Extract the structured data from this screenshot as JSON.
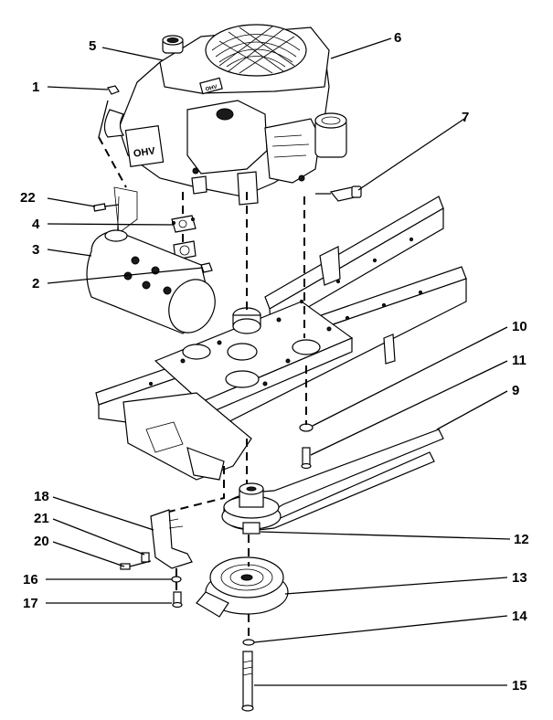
{
  "diagram": {
    "callouts": [
      {
        "id": "1",
        "label": "1"
      },
      {
        "id": "2",
        "label": "2"
      },
      {
        "id": "3",
        "label": "3"
      },
      {
        "id": "4",
        "label": "4"
      },
      {
        "id": "5",
        "label": "5"
      },
      {
        "id": "6",
        "label": "6"
      },
      {
        "id": "7",
        "label": "7"
      },
      {
        "id": "9",
        "label": "9"
      },
      {
        "id": "10",
        "label": "10"
      },
      {
        "id": "11",
        "label": "11"
      },
      {
        "id": "12",
        "label": "12"
      },
      {
        "id": "13",
        "label": "13"
      },
      {
        "id": "14",
        "label": "14"
      },
      {
        "id": "15",
        "label": "15"
      },
      {
        "id": "16",
        "label": "16"
      },
      {
        "id": "17",
        "label": "17"
      },
      {
        "id": "18",
        "label": "18"
      },
      {
        "id": "20",
        "label": "20"
      },
      {
        "id": "21",
        "label": "21"
      },
      {
        "id": "22",
        "label": "22"
      }
    ],
    "engine_nameplate": "OHV",
    "engine_badge": "OHV"
  },
  "colors": {
    "ink": "#000000",
    "paper": "#ffffff"
  }
}
